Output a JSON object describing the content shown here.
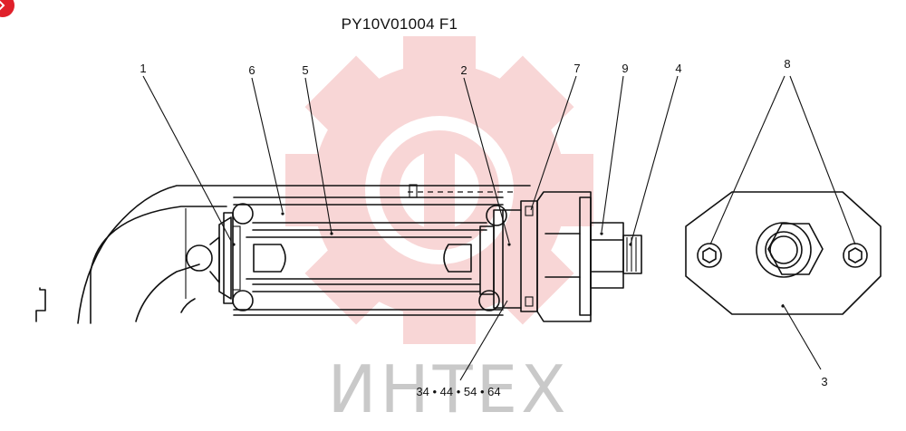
{
  "drawing": {
    "title": "PY10V01004 F1",
    "watermark_text": "ИНТЕХ",
    "callouts": {
      "c1": "1",
      "c6": "6",
      "c5": "5",
      "c2": "2",
      "c7": "7",
      "c9": "9",
      "c4": "4",
      "c8": "8",
      "c3": "3",
      "bottom": "34 • 44 • 54 • 64"
    },
    "colors": {
      "ink": "#111111",
      "watermark_logo": "#f4b6b6",
      "badge": "#e0202a"
    }
  }
}
